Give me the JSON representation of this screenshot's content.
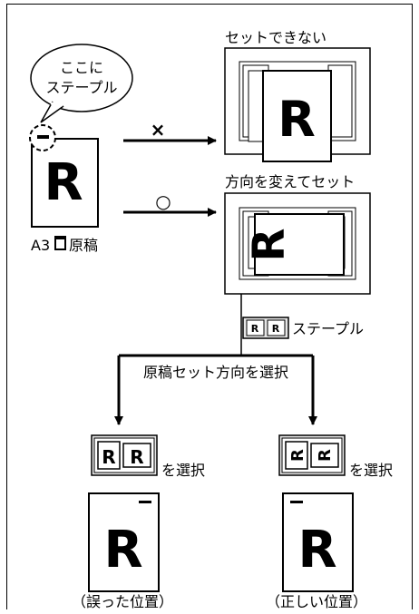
{
  "callout": {
    "line1": "ここに",
    "line2": "ステープル"
  },
  "original": {
    "letter": "R",
    "caption": "A3",
    "caption_suffix": "原稿"
  },
  "top_case": {
    "mark": "×",
    "label": "セットできない"
  },
  "middle_case": {
    "mark": "○",
    "label": "方向を変えてセット"
  },
  "staple_step": {
    "label": "ステープル",
    "icon": "staple-key-icon"
  },
  "branch": {
    "label": "原稿セット方向を選択"
  },
  "left_option": {
    "select_label": "を選択",
    "caption": "（誤った位置）",
    "letter": "R",
    "icon": "orientation-key-icon"
  },
  "right_option": {
    "select_label": "を選択",
    "caption": "（正しい位置）",
    "letter": "R",
    "icon": "orientation-key-rotated-icon"
  }
}
